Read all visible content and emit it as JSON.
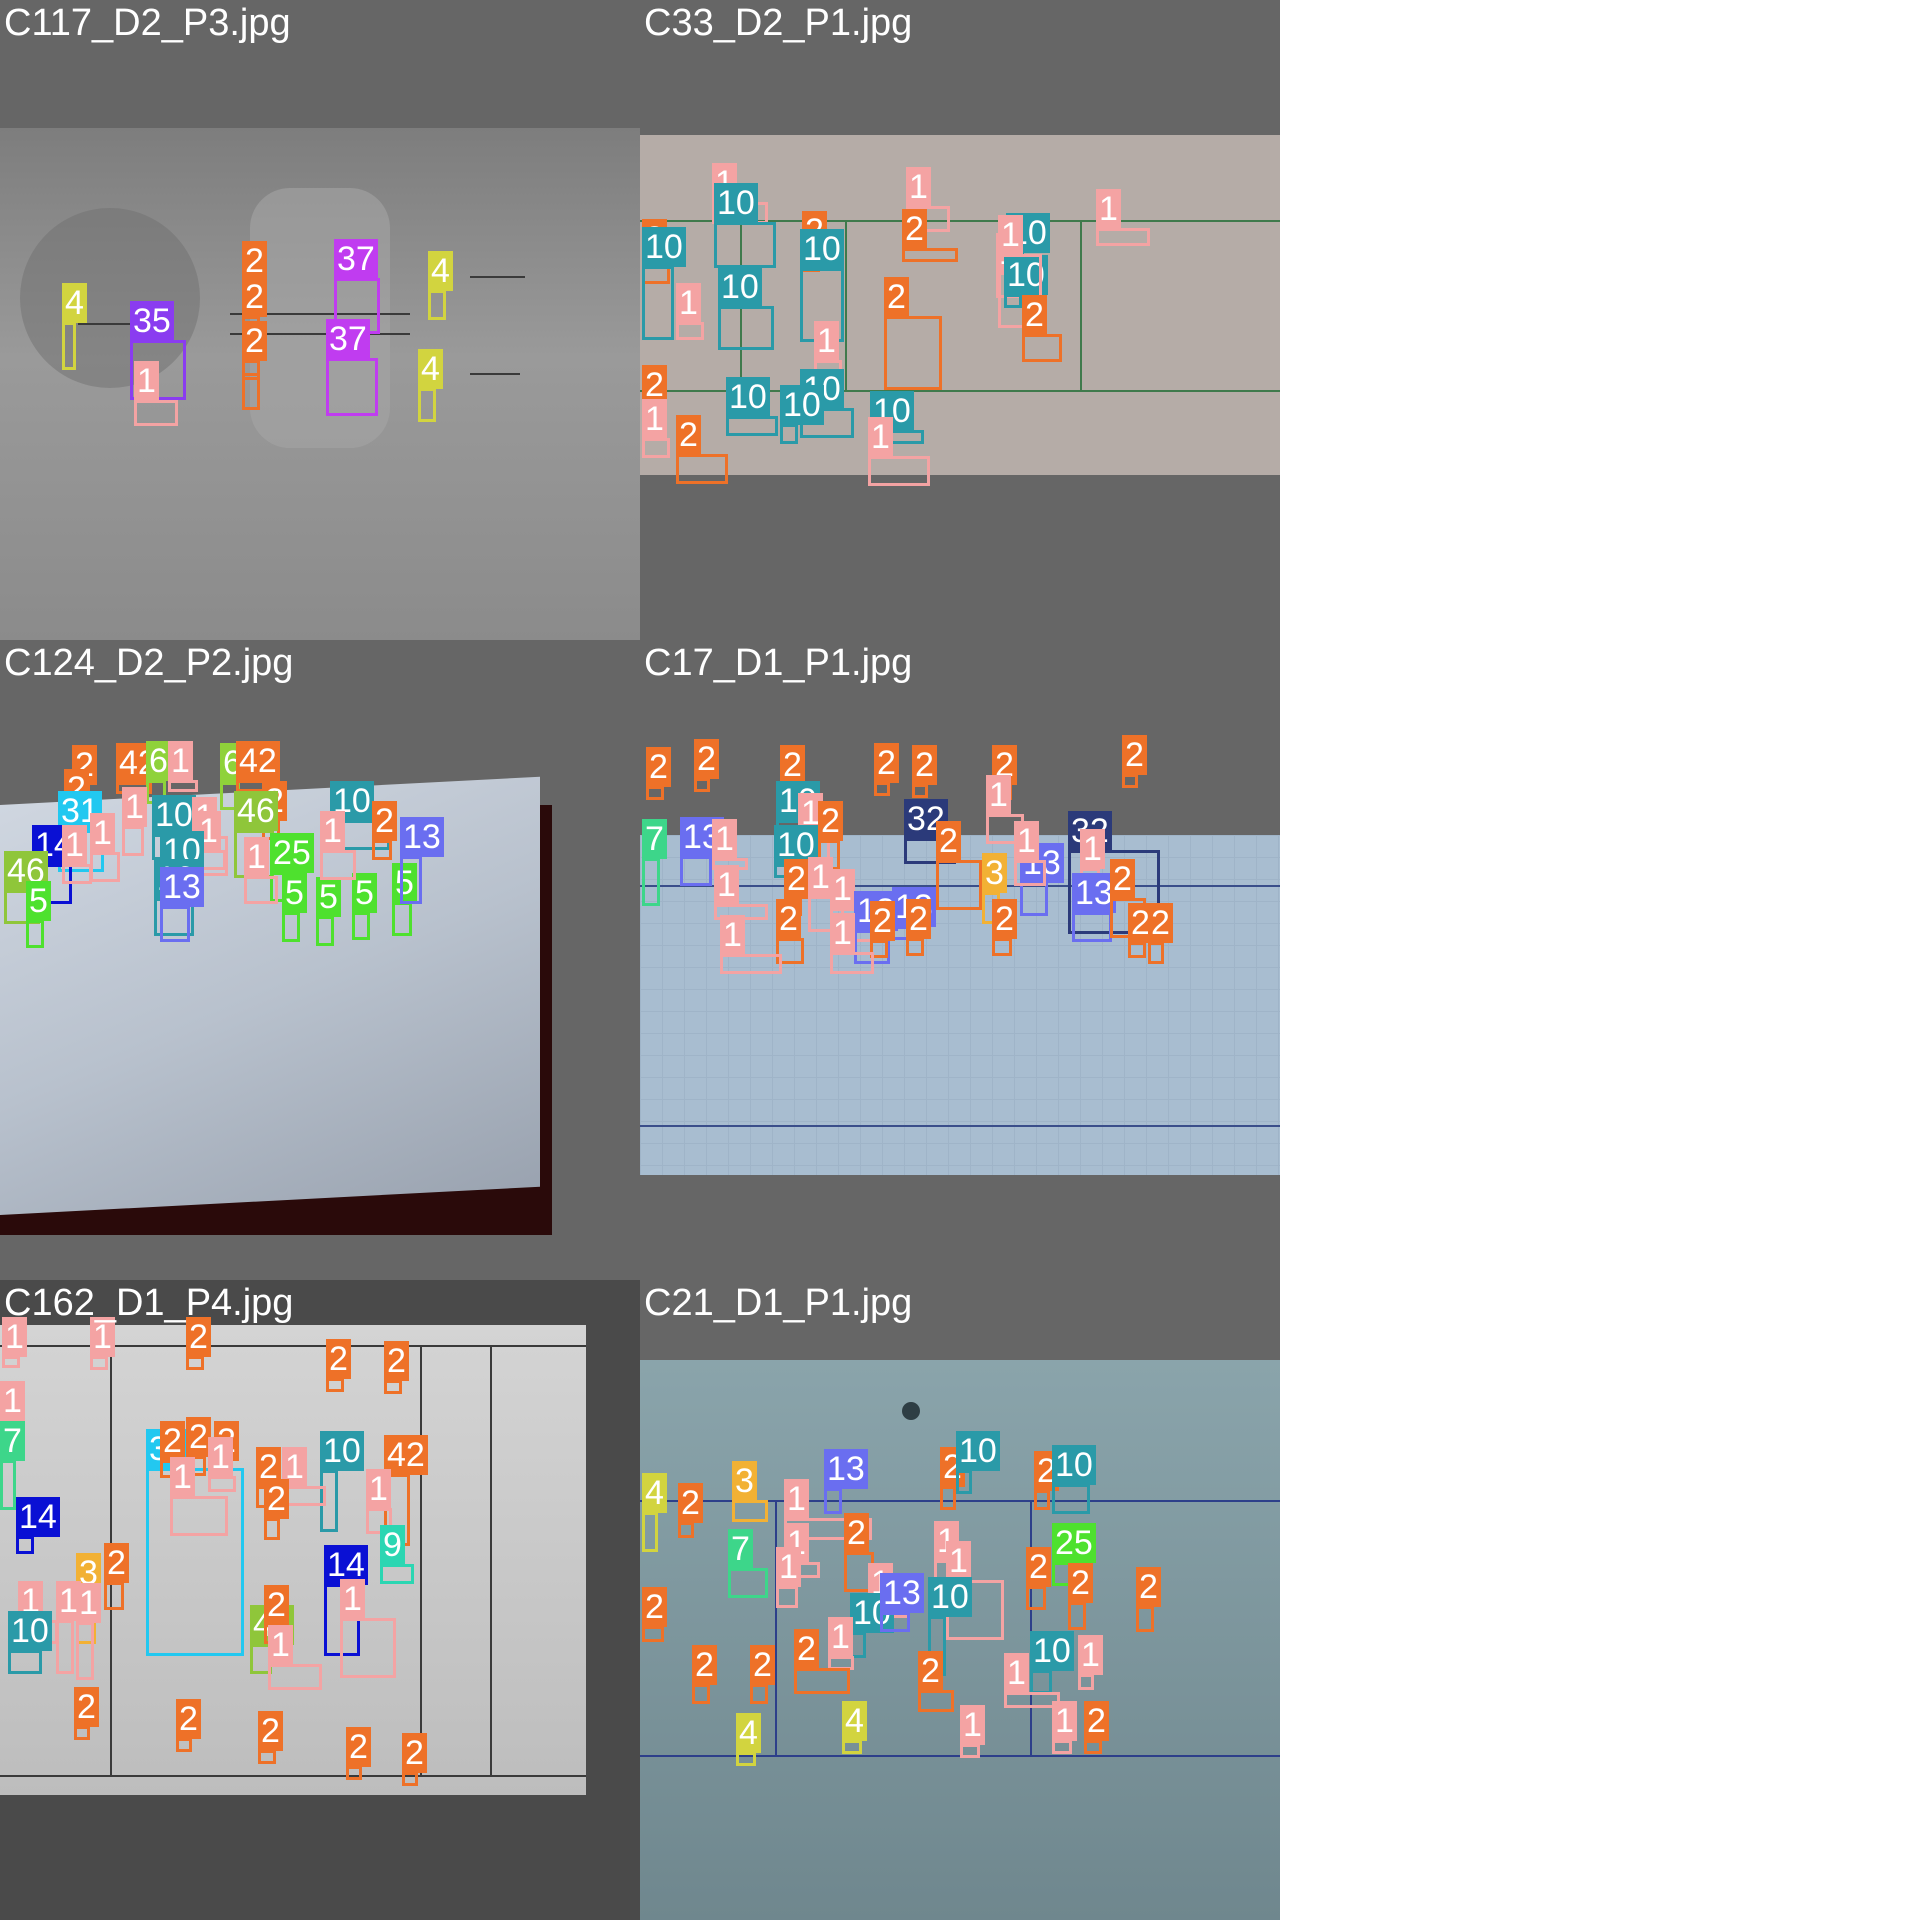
{
  "colors": {
    "1": "#f4a3a3",
    "2": "#ee7128",
    "3": "#f2b134",
    "4": "#d2d43f",
    "5": "#4ee12e",
    "6": "#8fd23a",
    "7": "#3dd68a",
    "9": "#2bd6b2",
    "10": "#2a9aa8",
    "13": "#6a6ef0",
    "14": "#0a10d4",
    "25": "#4ee12e",
    "31": "#22c8f0",
    "32": "#2b3a7a",
    "35": "#8a3cf0",
    "37": "#c03cf0",
    "42": "#ee7128",
    "46": "#8fc63a"
  },
  "tiles": [
    {
      "name": "C117_D2_P3.jpg",
      "photo_bg": "#8d8d8d",
      "labels": [
        {
          "cls": "4"
        },
        {
          "cls": "35"
        },
        {
          "cls": "1"
        },
        {
          "cls": "2"
        },
        {
          "cls": "2"
        },
        {
          "cls": "2"
        },
        {
          "cls": "37"
        },
        {
          "cls": "37"
        },
        {
          "cls": "4"
        },
        {
          "cls": "4"
        }
      ]
    },
    {
      "name": "C33_D2_P1.jpg",
      "photo_bg": "#b5aca7",
      "labels": [
        {
          "cls": "1"
        },
        {
          "cls": "10"
        },
        {
          "cls": "2"
        },
        {
          "cls": "10"
        },
        {
          "cls": "1"
        },
        {
          "cls": "10"
        },
        {
          "cls": "2"
        },
        {
          "cls": "10"
        },
        {
          "cls": "1"
        },
        {
          "cls": "10"
        },
        {
          "cls": "2"
        },
        {
          "cls": "10"
        },
        {
          "cls": "1"
        },
        {
          "cls": "10"
        },
        {
          "cls": "2"
        },
        {
          "cls": "10"
        },
        {
          "cls": "1"
        },
        {
          "cls": "2"
        },
        {
          "cls": "10"
        },
        {
          "cls": "1"
        },
        {
          "cls": "2"
        },
        {
          "cls": "10"
        },
        {
          "cls": "1"
        },
        {
          "cls": "2"
        },
        {
          "cls": "1"
        },
        {
          "cls": "1"
        }
      ]
    },
    {
      "name": "C124_D2_P2.jpg",
      "photo_bg": "#aab2bd",
      "labels": [
        {
          "cls": "2"
        },
        {
          "cls": "42"
        },
        {
          "cls": "6"
        },
        {
          "cls": "1"
        },
        {
          "cls": "6"
        },
        {
          "cls": "42"
        },
        {
          "cls": "2"
        },
        {
          "cls": "2"
        },
        {
          "cls": "31"
        },
        {
          "cls": "1"
        },
        {
          "cls": "10"
        },
        {
          "cls": "1"
        },
        {
          "cls": "46"
        },
        {
          "cls": "1"
        },
        {
          "cls": "10"
        },
        {
          "cls": "10"
        },
        {
          "cls": "14"
        },
        {
          "cls": "1"
        },
        {
          "cls": "46"
        },
        {
          "cls": "10"
        },
        {
          "cls": "25"
        },
        {
          "cls": "1"
        },
        {
          "cls": "13"
        },
        {
          "cls": "5"
        },
        {
          "cls": "5"
        },
        {
          "cls": "5"
        },
        {
          "cls": "5"
        },
        {
          "cls": "5"
        },
        {
          "cls": "13"
        },
        {
          "cls": "2"
        },
        {
          "cls": "1"
        },
        {
          "cls": "1"
        }
      ]
    },
    {
      "name": "C17_D1_P1.jpg",
      "photo_bg": "#a8bdd0",
      "labels": [
        {
          "cls": "2"
        },
        {
          "cls": "2"
        },
        {
          "cls": "2"
        },
        {
          "cls": "2"
        },
        {
          "cls": "2"
        },
        {
          "cls": "2"
        },
        {
          "cls": "2"
        },
        {
          "cls": "10"
        },
        {
          "cls": "1"
        },
        {
          "cls": "32"
        },
        {
          "cls": "1"
        },
        {
          "cls": "32"
        },
        {
          "cls": "1"
        },
        {
          "cls": "7"
        },
        {
          "cls": "13"
        },
        {
          "cls": "1"
        },
        {
          "cls": "10"
        },
        {
          "cls": "2"
        },
        {
          "cls": "1"
        },
        {
          "cls": "2"
        },
        {
          "cls": "1"
        },
        {
          "cls": "1"
        },
        {
          "cls": "2"
        },
        {
          "cls": "13"
        },
        {
          "cls": "13"
        },
        {
          "cls": "3"
        },
        {
          "cls": "13"
        },
        {
          "cls": "13"
        },
        {
          "cls": "2"
        },
        {
          "cls": "2"
        },
        {
          "cls": "2"
        },
        {
          "cls": "2"
        },
        {
          "cls": "2"
        },
        {
          "cls": "2"
        },
        {
          "cls": "2"
        },
        {
          "cls": "1"
        },
        {
          "cls": "1"
        },
        {
          "cls": "1"
        }
      ]
    },
    {
      "name": "C162_D1_P4.jpg",
      "photo_bg": "#c6c6c6",
      "labels": [
        {
          "cls": "2"
        },
        {
          "cls": "2"
        },
        {
          "cls": "2"
        },
        {
          "cls": "2"
        },
        {
          "cls": "2"
        },
        {
          "cls": "1"
        },
        {
          "cls": "7"
        },
        {
          "cls": "31"
        },
        {
          "cls": "2"
        },
        {
          "cls": "2"
        },
        {
          "cls": "2"
        },
        {
          "cls": "1"
        },
        {
          "cls": "10"
        },
        {
          "cls": "42"
        },
        {
          "cls": "1"
        },
        {
          "cls": "1"
        },
        {
          "cls": "2"
        },
        {
          "cls": "2"
        },
        {
          "cls": "1"
        },
        {
          "cls": "14"
        },
        {
          "cls": "3"
        },
        {
          "cls": "2"
        },
        {
          "cls": "1"
        },
        {
          "cls": "10"
        },
        {
          "cls": "1"
        },
        {
          "cls": "1"
        },
        {
          "cls": "46"
        },
        {
          "cls": "2"
        },
        {
          "cls": "14"
        },
        {
          "cls": "9"
        },
        {
          "cls": "1"
        },
        {
          "cls": "1"
        },
        {
          "cls": "2"
        },
        {
          "cls": "2"
        },
        {
          "cls": "2"
        },
        {
          "cls": "2"
        },
        {
          "cls": "2"
        },
        {
          "cls": "1"
        },
        {
          "cls": "1"
        }
      ]
    },
    {
      "name": "C21_D1_P1.jpg",
      "photo_bg": "#7e979e",
      "labels": [
        {
          "cls": "4"
        },
        {
          "cls": "2"
        },
        {
          "cls": "3"
        },
        {
          "cls": "1"
        },
        {
          "cls": "13"
        },
        {
          "cls": "2"
        },
        {
          "cls": "10"
        },
        {
          "cls": "2"
        },
        {
          "cls": "10"
        },
        {
          "cls": "1"
        },
        {
          "cls": "7"
        },
        {
          "cls": "1"
        },
        {
          "cls": "2"
        },
        {
          "cls": "1"
        },
        {
          "cls": "1"
        },
        {
          "cls": "25"
        },
        {
          "cls": "1"
        },
        {
          "cls": "10"
        },
        {
          "cls": "2"
        },
        {
          "cls": "2"
        },
        {
          "cls": "13"
        },
        {
          "cls": "10"
        },
        {
          "cls": "10"
        },
        {
          "cls": "1"
        },
        {
          "cls": "1"
        },
        {
          "cls": "2"
        },
        {
          "cls": "2"
        },
        {
          "cls": "2"
        },
        {
          "cls": "2"
        },
        {
          "cls": "2"
        },
        {
          "cls": "4"
        },
        {
          "cls": "4"
        },
        {
          "cls": "1"
        },
        {
          "cls": "1"
        },
        {
          "cls": "2"
        },
        {
          "cls": "2"
        },
        {
          "cls": "1"
        }
      ]
    }
  ]
}
